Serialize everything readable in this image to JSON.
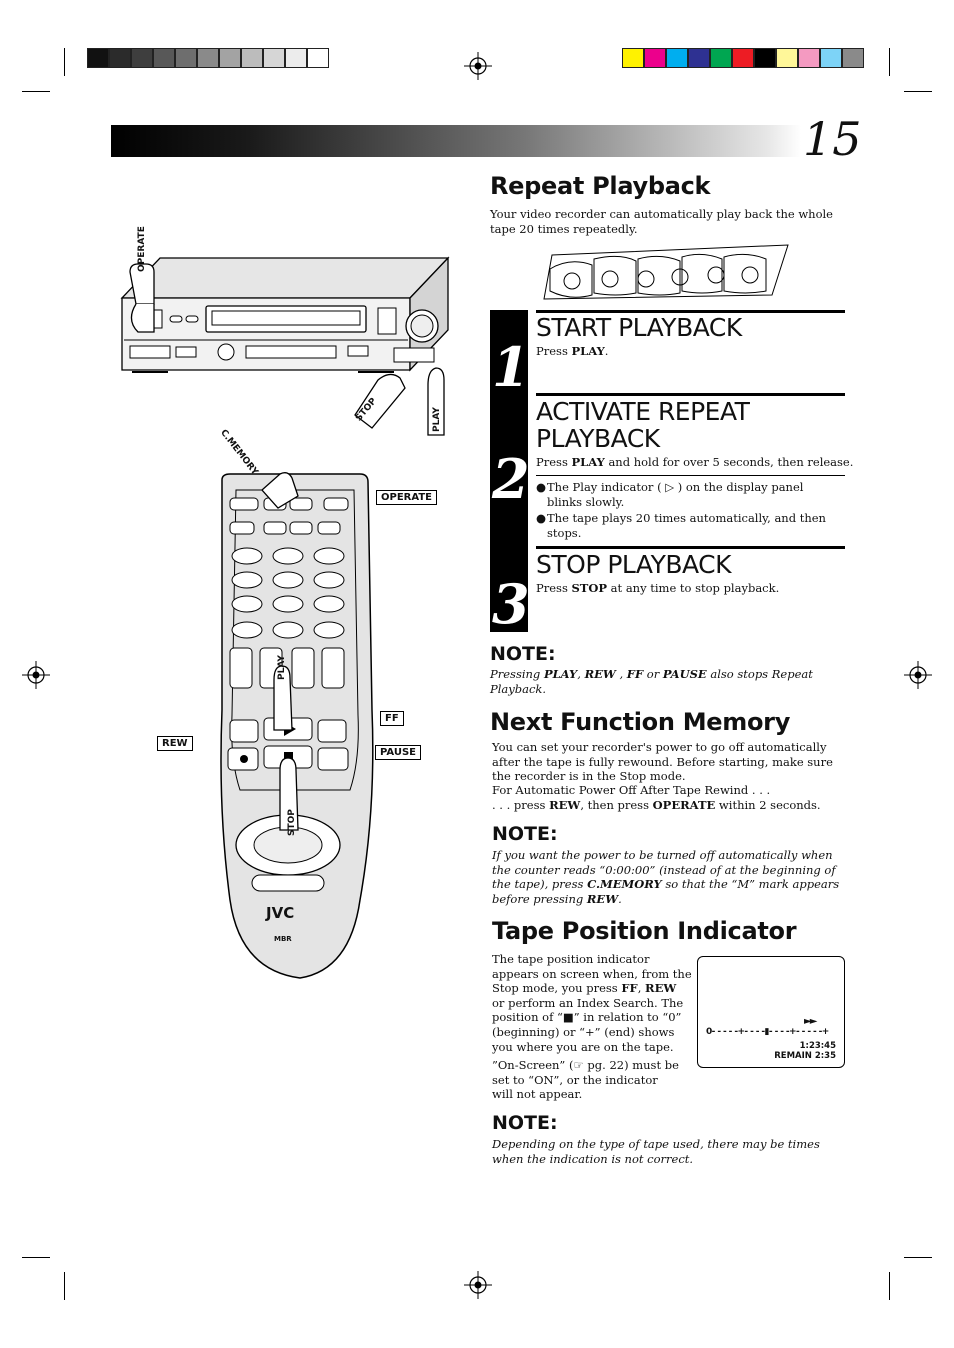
{
  "page_number": "15",
  "colors": {
    "grays": [
      "#111111",
      "#2b2b2b",
      "#3e3e3e",
      "#585858",
      "#6e6e6e",
      "#8a8a8a",
      "#a3a3a3",
      "#bcbcbc",
      "#d6d6d6",
      "#ececec",
      "#ffffff"
    ],
    "brights": [
      "#fff200",
      "#ec008c",
      "#00aeef",
      "#2e3192",
      "#00a651",
      "#ed1c24",
      "#000000",
      "#fff799",
      "#f49ac1",
      "#7dd3f7",
      "#8a8a8a"
    ]
  },
  "illustration": {
    "vcr_labels": {
      "operate": "OPERATE",
      "stop": "STOP",
      "play": "PLAY"
    },
    "remote_labels": {
      "c_memory": "C.MEMORY",
      "operate": "OPERATE",
      "play": "PLAY",
      "ff": "FF",
      "rew": "REW",
      "pause": "PAUSE",
      "stop": "STOP"
    },
    "remote_brand": "JVC",
    "remote_sub": "MBR"
  },
  "repeat_playback": {
    "heading": "Repeat Playback",
    "intro": "Your video recorder can automatically play back the whole tape 20 times repeatedly."
  },
  "steps": [
    {
      "num": "1",
      "title": "START PLAYBACK",
      "text_pre": "Press ",
      "key": "PLAY",
      "text_post": "."
    },
    {
      "num": "2",
      "title_line1": "ACTIVATE REPEAT",
      "title_line2": "PLAYBACK",
      "text_pre": "Press ",
      "key": "PLAY",
      "text_post": " and hold for over 5 seconds, then release.",
      "bullets": [
        "The Play indicator ( ▷ ) on the display panel blinks slowly.",
        "The tape plays 20 times automatically, and then stops."
      ]
    },
    {
      "num": "3",
      "title": "STOP PLAYBACK",
      "text_pre": "Press ",
      "key": "STOP",
      "text_post": " at any time to stop playback."
    }
  ],
  "note1": {
    "heading": "NOTE:",
    "t1": "Pressing ",
    "k1": "PLAY",
    "t2": ", ",
    "k2": "REW",
    "t3": " , ",
    "k3": "FF",
    "t4": " or ",
    "k4": "PAUSE",
    "t5": " also stops Repeat Playback."
  },
  "next_function": {
    "heading": "Next Function Memory",
    "p1": "You can set your recorder's power to go off automatically after the tape is fully rewound. Before starting, make sure the recorder is in the Stop mode.",
    "p2": "For Automatic Power Off After Tape Rewind . . .",
    "p3_pre": ". . . press ",
    "p3_k1": "REW",
    "p3_mid": ", then press ",
    "p3_k2": "OPERATE",
    "p3_post": " within 2 seconds."
  },
  "note2": {
    "heading": "NOTE:",
    "t1": "If you want the power to be turned off automatically when the counter reads “0:00:00” (instead of at the beginning of the tape), press ",
    "k1": "C.MEMORY",
    "t2": " so that the “M” mark appears before pressing ",
    "k2": "REW",
    "t3": "."
  },
  "tape_position": {
    "heading": "Tape Position Indicator",
    "p1_pre": "The tape position indicator appears on screen when, from the Stop mode, you press ",
    "k1": "FF",
    "p1_c": ", ",
    "k2": "REW",
    "p1_post": " or perform an Index Search. The position of “■” in relation to “0” (beginning) or “+” (end) shows you where you are on the tape.",
    "p2": "”On-Screen” (☞ pg. 22) must be set to “ON”, or the indicator will not appear.",
    "screen": {
      "mode_icon": "►►",
      "scale": "0- - - - -+- - - -▮- - - -+- - - - -+",
      "time": "1:23:45",
      "remain": "REMAIN 2:35"
    }
  },
  "note3": {
    "heading": "NOTE:",
    "text": "Depending on the type of tape used, there may be times when the indication is not correct."
  }
}
